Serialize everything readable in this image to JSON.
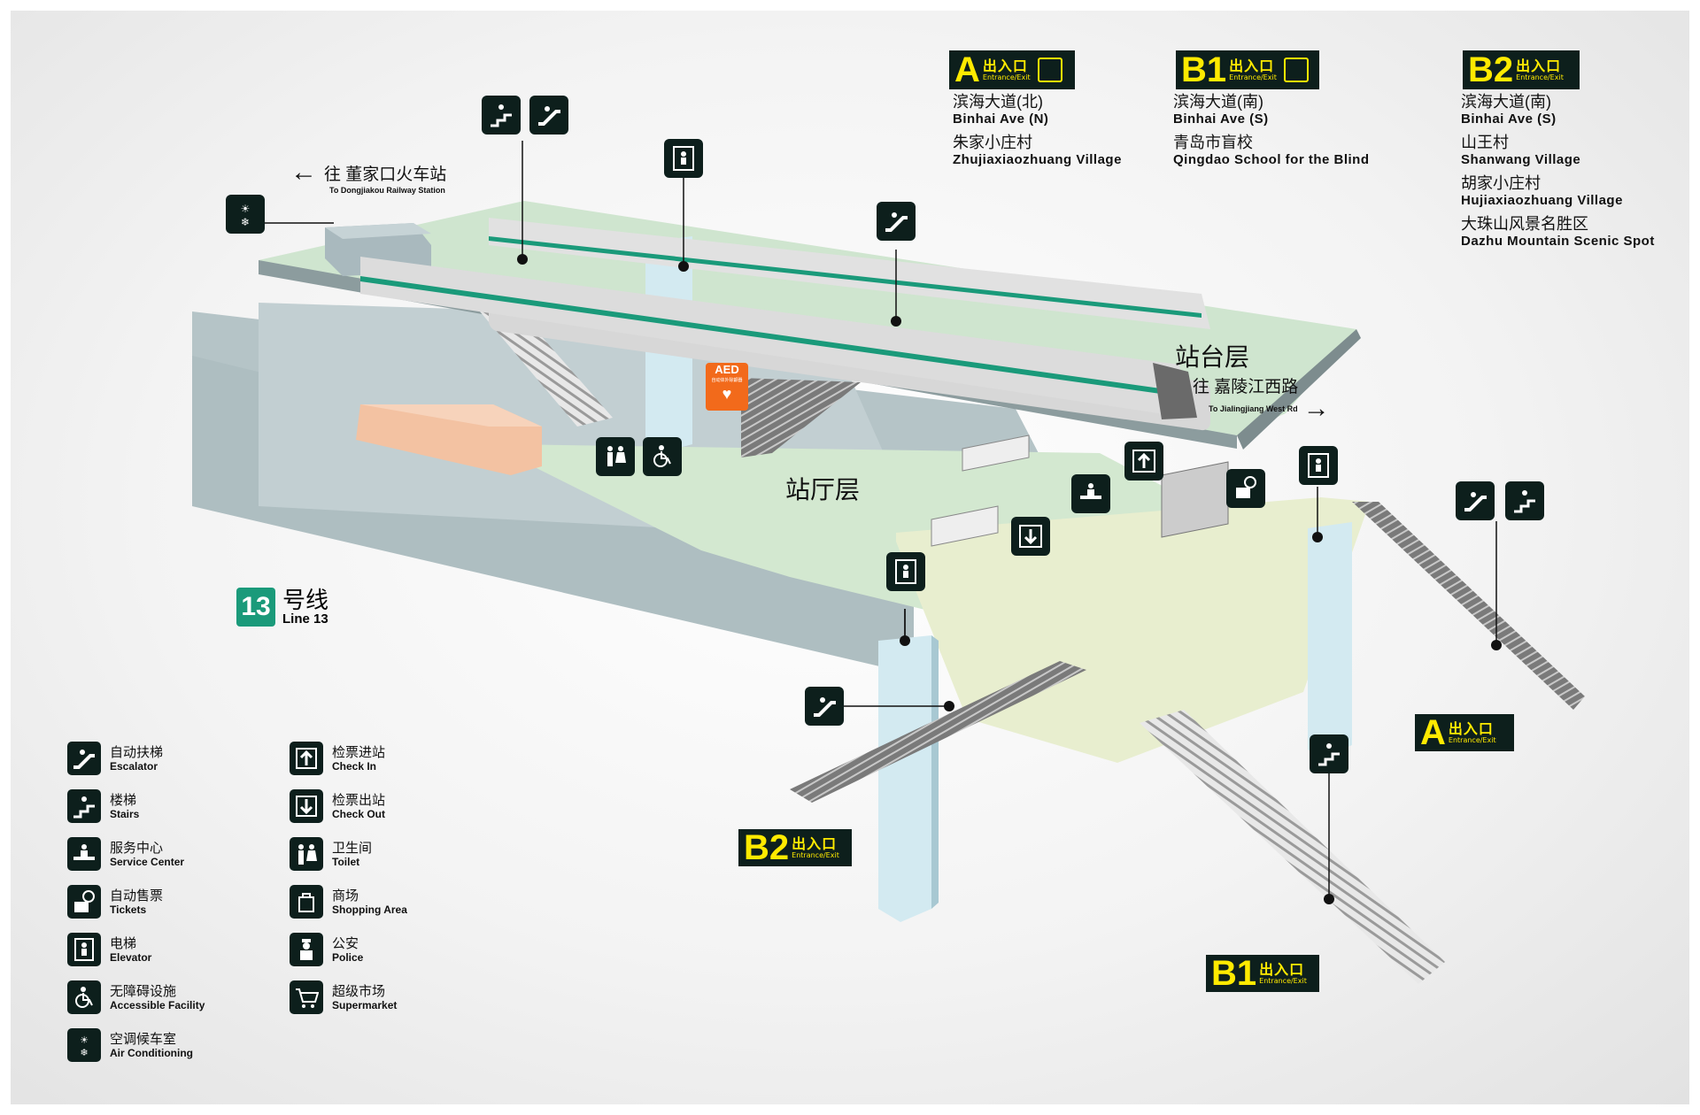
{
  "exit_badges": {
    "a_top": {
      "letter": "A",
      "cn": "出入口",
      "en": "Entrance/Exit"
    },
    "b1_top": {
      "letter": "B1",
      "cn": "出入口",
      "en": "Entrance/Exit"
    },
    "b2_top": {
      "letter": "B2",
      "cn": "出入口",
      "en": "Entrance/Exit"
    },
    "a_ground": {
      "letter": "A",
      "cn": "出入口",
      "en": "Entrance/Exit"
    },
    "b2_ground": {
      "letter": "B2",
      "cn": "出入口",
      "en": "Entrance/Exit"
    },
    "b1_ground": {
      "letter": "B1",
      "cn": "出入口",
      "en": "Entrance/Exit"
    }
  },
  "destinations": {
    "a": [
      {
        "cn": "滨海大道(北)",
        "en": "Binhai Ave (N)"
      },
      {
        "cn": "朱家小庄村",
        "en": "Zhujiaxiaozhuang Village"
      }
    ],
    "b1": [
      {
        "cn": "滨海大道(南)",
        "en": "Binhai Ave (S)"
      },
      {
        "cn": "青岛市盲校",
        "en": "Qingdao School for the Blind"
      }
    ],
    "b2": [
      {
        "cn": "滨海大道(南)",
        "en": "Binhai Ave (S)"
      },
      {
        "cn": "山王村",
        "en": "Shanwang Village"
      },
      {
        "cn": "胡家小庄村",
        "en": "Hujiaxiaozhuang Village"
      },
      {
        "cn": "大珠山风景名胜区",
        "en": "Dazhu Mountain Scenic Spot"
      }
    ]
  },
  "direction_left": {
    "cn": "往 董家口火车站",
    "en": "To Dongjiakou Railway Station",
    "arrow": "←"
  },
  "direction_right": {
    "cn": "往 嘉陵江西路",
    "en": "To Jialingjiang West Rd",
    "arrow": "→"
  },
  "levels": {
    "platform": "站台层",
    "concourse": "站厅层"
  },
  "aed": {
    "label": "AED",
    "sub": "自动体外除颤器"
  },
  "line": {
    "number": "13",
    "cn": "号线",
    "en": "Line 13",
    "color": "#1a9a7a"
  },
  "legend": [
    {
      "icon": "escalator-icon",
      "cn": "自动扶梯",
      "en": "Escalator"
    },
    {
      "icon": "stairs-icon",
      "cn": "楼梯",
      "en": "Stairs"
    },
    {
      "icon": "service-center-icon",
      "cn": "服务中心",
      "en": "Service Center"
    },
    {
      "icon": "tickets-icon",
      "cn": "自动售票",
      "en": "Tickets"
    },
    {
      "icon": "elevator-icon",
      "cn": "电梯",
      "en": "Elevator"
    },
    {
      "icon": "accessible-icon",
      "cn": "无障碍设施",
      "en": "Accessible Facility"
    },
    {
      "icon": "air-conditioning-icon",
      "cn": "空调候车室",
      "en": "Air Conditioning"
    },
    {
      "icon": "check-in-icon",
      "cn": "检票进站",
      "en": "Check In"
    },
    {
      "icon": "check-out-icon",
      "cn": "检票出站",
      "en": "Check Out"
    },
    {
      "icon": "toilet-icon",
      "cn": "卫生间",
      "en": "Toilet"
    },
    {
      "icon": "shopping-icon",
      "cn": "商场",
      "en": "Shopping Area"
    },
    {
      "icon": "police-icon",
      "cn": "公安",
      "en": "Police"
    },
    {
      "icon": "supermarket-icon",
      "cn": "超级市场",
      "en": "Supermarket"
    }
  ],
  "colors": {
    "sign_bg": "#0d1f1c",
    "sign_fg": "#ffea00",
    "platform": "#cfe6cf",
    "concourse": "#d7ead4",
    "exit_area": "#e9efcf",
    "wall": "#b9c6c9",
    "pillar": "#d6ecf3",
    "train_stripe": "#1a9a7a",
    "aed": "#f26a1b",
    "shop": "#f3c2a2"
  }
}
